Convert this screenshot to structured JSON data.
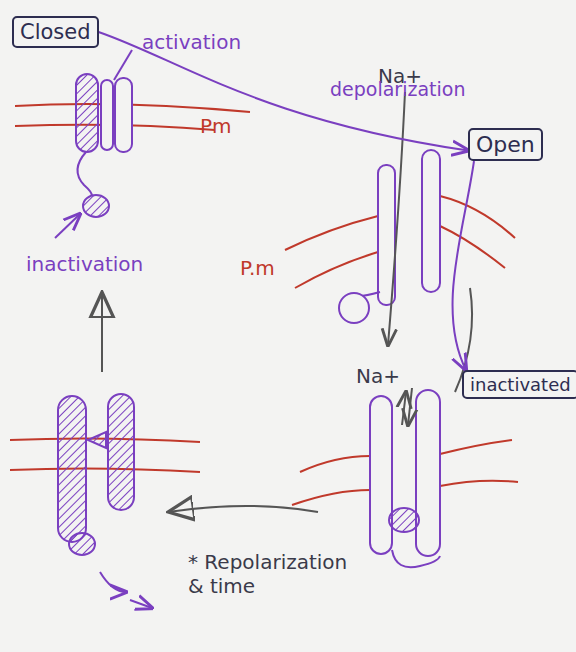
{
  "diagram": {
    "nodes": [
      {
        "text": [
          "Closed"
        ]
      },
      {
        "text": [
          "Open"
        ]
      },
      {
        "text": [
          "inactivated"
        ]
      }
    ],
    "edges": [
      {
        "from": 0,
        "to": 1,
        "label": "depolarization",
        "arrow": "to"
      },
      {
        "from": 1,
        "to": 2,
        "arrow": "to"
      }
    ],
    "labels": [
      "activation",
      "Pm",
      "Na+",
      "P.m",
      "inactivation",
      "Na+",
      "* Repolarization & time"
    ]
  }
}
